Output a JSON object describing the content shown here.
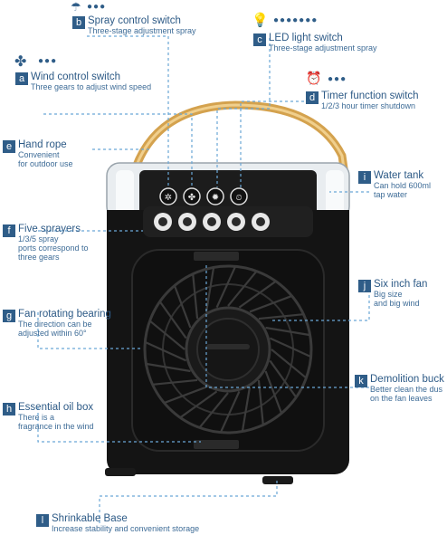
{
  "callouts": {
    "b": {
      "letter": "b",
      "title": "Spray control switch",
      "desc": "Three-stage adjustment spray"
    },
    "c": {
      "letter": "c",
      "title": "LED light switch",
      "desc": "Three-stage adjustment spray"
    },
    "a": {
      "letter": "a",
      "title": "Wind control switch",
      "desc": "Three gears to adjust wind speed"
    },
    "d": {
      "letter": "d",
      "title": "Timer function switch",
      "desc": "1/2/3 hour timer shutdown"
    },
    "e": {
      "letter": "e",
      "title": "Hand rope",
      "desc": "Convenient\nfor outdoor use"
    },
    "i": {
      "letter": "i",
      "title": "Water tank",
      "desc": "Can hold 600ml\ntap water"
    },
    "f": {
      "letter": "f",
      "title": "Five sprayers",
      "desc": "1/3/5 spray\nports correspond to\nthree gears"
    },
    "j": {
      "letter": "j",
      "title": "Six inch fan",
      "desc": "Big size\nand big wind"
    },
    "g": {
      "letter": "g",
      "title": "Fan rotating bearing",
      "desc": "The direction can be\nadjusted within 60°"
    },
    "k": {
      "letter": "k",
      "title": "Demolition buck",
      "desc": "Better clean the dus\non the fan leaves"
    },
    "h": {
      "letter": "h",
      "title": "Essential oil box",
      "desc": "There is a\nfragrance in the wind"
    },
    "l": {
      "letter": "l",
      "title": "Shrinkable Base",
      "desc": "Increase stability and convenient storage"
    }
  },
  "icons": [
    "spray-icon",
    "bulb-icon",
    "fan-icon",
    "alarm-clock-icon"
  ],
  "colors": {
    "accent": "#2f5d88",
    "leader": "#6aa7d6",
    "handle": "#d4a24e",
    "body": "#141414"
  }
}
